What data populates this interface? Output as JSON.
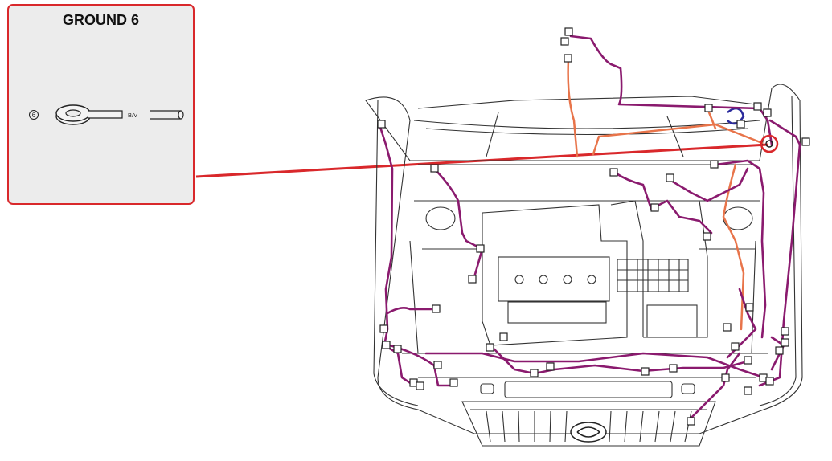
{
  "callout": {
    "title": "GROUND 6",
    "ref_number": "6",
    "wire_code": "B/V"
  },
  "colors": {
    "callout_border": "#d9282b",
    "callout_fill": "#ececec",
    "leader_line": "#d9282b",
    "harness_main": "#8a1a6e",
    "harness_orange": "#e8744a",
    "harness_blue": "#2a2a9c",
    "outline": "#333333"
  },
  "icons": [
    "ring-terminal-icon",
    "wire-end-icon",
    "grille-badge-icon"
  ]
}
